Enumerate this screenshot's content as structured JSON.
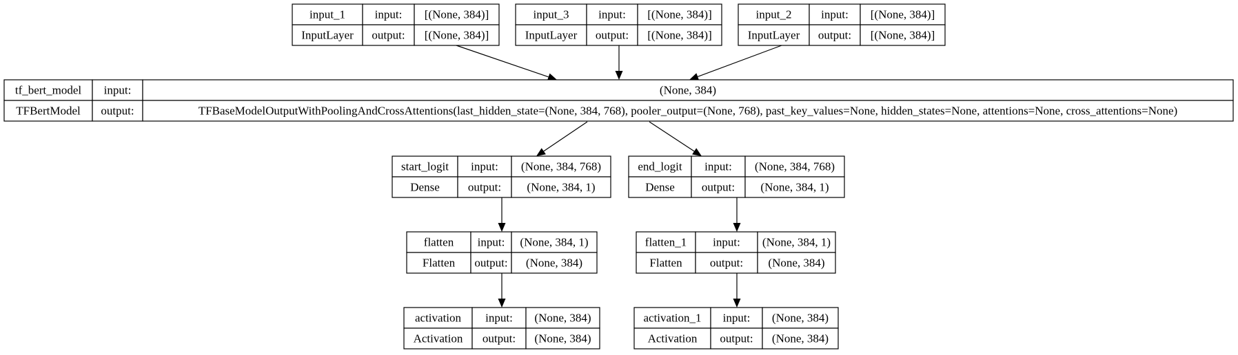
{
  "nodes": {
    "input_1": {
      "name": "input_1",
      "layer_type": "InputLayer",
      "input_label": "input:",
      "output_label": "output:",
      "input_shape": "[(None, 384)]",
      "output_shape": "[(None, 384)]"
    },
    "input_3": {
      "name": "input_3",
      "layer_type": "InputLayer",
      "input_label": "input:",
      "output_label": "output:",
      "input_shape": "[(None, 384)]",
      "output_shape": "[(None, 384)]"
    },
    "input_2": {
      "name": "input_2",
      "layer_type": "InputLayer",
      "input_label": "input:",
      "output_label": "output:",
      "input_shape": "[(None, 384)]",
      "output_shape": "[(None, 384)]"
    },
    "tf_bert_model": {
      "name": "tf_bert_model",
      "layer_type": "TFBertModel",
      "input_label": "input:",
      "output_label": "output:",
      "input_shape": "(None, 384)",
      "output_shape": "TFBaseModelOutputWithPoolingAndCrossAttentions(last_hidden_state=(None, 384, 768), pooler_output=(None, 768), past_key_values=None, hidden_states=None, attentions=None, cross_attentions=None)"
    },
    "start_logit": {
      "name": "start_logit",
      "layer_type": "Dense",
      "input_label": "input:",
      "output_label": "output:",
      "input_shape": "(None, 384, 768)",
      "output_shape": "(None, 384, 1)"
    },
    "end_logit": {
      "name": "end_logit",
      "layer_type": "Dense",
      "input_label": "input:",
      "output_label": "output:",
      "input_shape": "(None, 384, 768)",
      "output_shape": "(None, 384, 1)"
    },
    "flatten": {
      "name": "flatten",
      "layer_type": "Flatten",
      "input_label": "input:",
      "output_label": "output:",
      "input_shape": "(None, 384, 1)",
      "output_shape": "(None, 384)"
    },
    "flatten_1": {
      "name": "flatten_1",
      "layer_type": "Flatten",
      "input_label": "input:",
      "output_label": "output:",
      "input_shape": "(None, 384, 1)",
      "output_shape": "(None, 384)"
    },
    "activation": {
      "name": "activation",
      "layer_type": "Activation",
      "input_label": "input:",
      "output_label": "output:",
      "input_shape": "(None, 384)",
      "output_shape": "(None, 384)"
    },
    "activation_1": {
      "name": "activation_1",
      "layer_type": "Activation",
      "input_label": "input:",
      "output_label": "output:",
      "input_shape": "(None, 384)",
      "output_shape": "(None, 384)"
    }
  },
  "edges": [
    {
      "from": "input_1",
      "to": "tf_bert_model"
    },
    {
      "from": "input_3",
      "to": "tf_bert_model"
    },
    {
      "from": "input_2",
      "to": "tf_bert_model"
    },
    {
      "from": "tf_bert_model",
      "to": "start_logit"
    },
    {
      "from": "tf_bert_model",
      "to": "end_logit"
    },
    {
      "from": "start_logit",
      "to": "flatten"
    },
    {
      "from": "end_logit",
      "to": "flatten_1"
    },
    {
      "from": "flatten",
      "to": "activation"
    },
    {
      "from": "flatten_1",
      "to": "activation_1"
    }
  ]
}
